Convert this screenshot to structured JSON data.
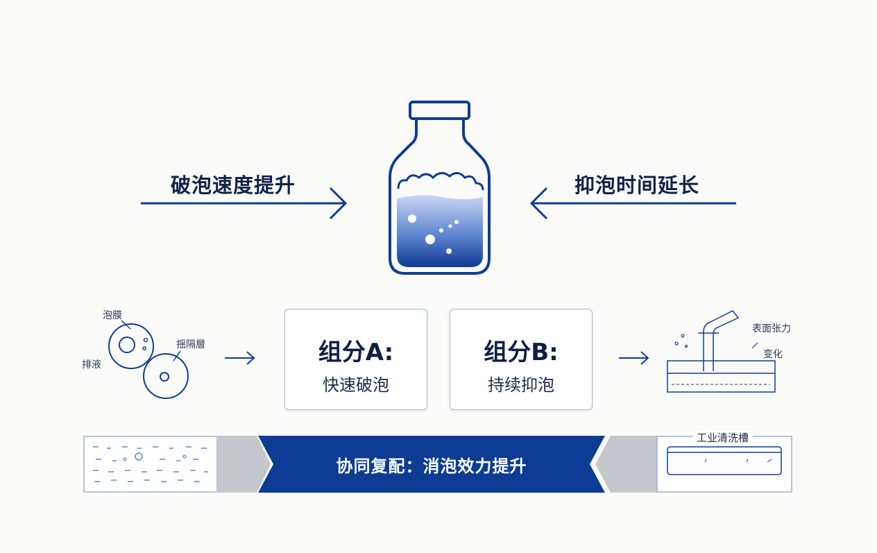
{
  "top": {
    "left_label": "破泡速度提升",
    "right_label": "抑泡时间延长"
  },
  "left_diagram": {
    "label_film": "泡膜",
    "label_drain": "排液",
    "label_rupture": "揺隔層"
  },
  "cards": [
    {
      "title": "组分A:",
      "subtitle": "快速破泡"
    },
    {
      "title": "组分B:",
      "subtitle": "持续抑泡"
    }
  ],
  "right_diagram": {
    "label_tension": "表面张力",
    "label_change": "变化"
  },
  "banner": {
    "text": "协同复配：消泡效力提升",
    "tank_label": "工业清洗槽"
  },
  "colors": {
    "primary": "#0d3c94",
    "dark_text": "#12214a",
    "gray_chevron": "#c4c7cb"
  }
}
